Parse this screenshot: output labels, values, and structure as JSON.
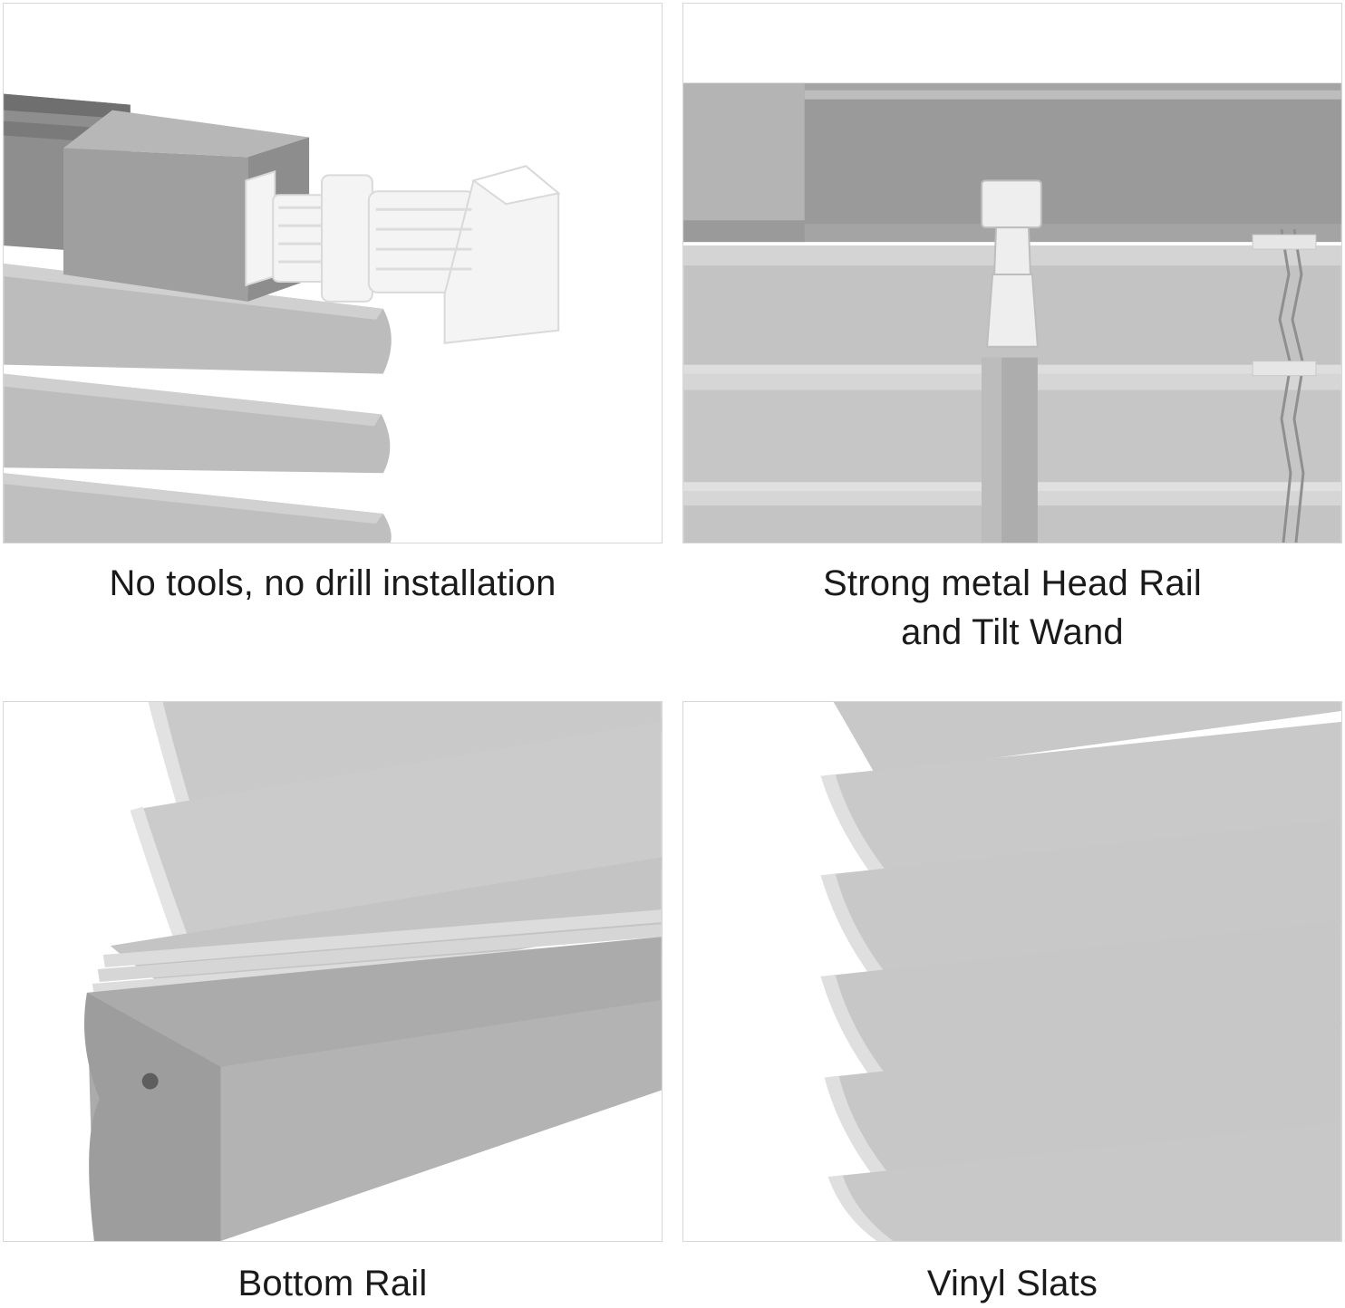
{
  "panels": [
    {
      "id": "installation",
      "caption_lines": [
        "No tools, no drill installation"
      ],
      "image": "headrail-end-cap-with-tension-bracket"
    },
    {
      "id": "head-rail",
      "caption_lines": [
        "Strong metal Head Rail",
        "and Tilt Wand"
      ],
      "image": "metal-head-rail-with-tilt-wand-and-cords"
    },
    {
      "id": "bottom-rail",
      "caption_lines": [
        "Bottom Rail"
      ],
      "image": "bottom-rail-with-stacked-slats"
    },
    {
      "id": "slats",
      "caption_lines": [
        "Vinyl Slats"
      ],
      "image": "grey-vinyl-slats-closeup"
    }
  ],
  "colors": {
    "background": "#ffffff",
    "slat": "#bdbdbd",
    "slat_light": "#d1d1d1",
    "slat_shadow": "#9c9c9c",
    "rail": "#a2a2a2",
    "rail_dark": "#7e7e7e",
    "bracket": "#f3f3f3",
    "text": "#1a1a1a"
  }
}
